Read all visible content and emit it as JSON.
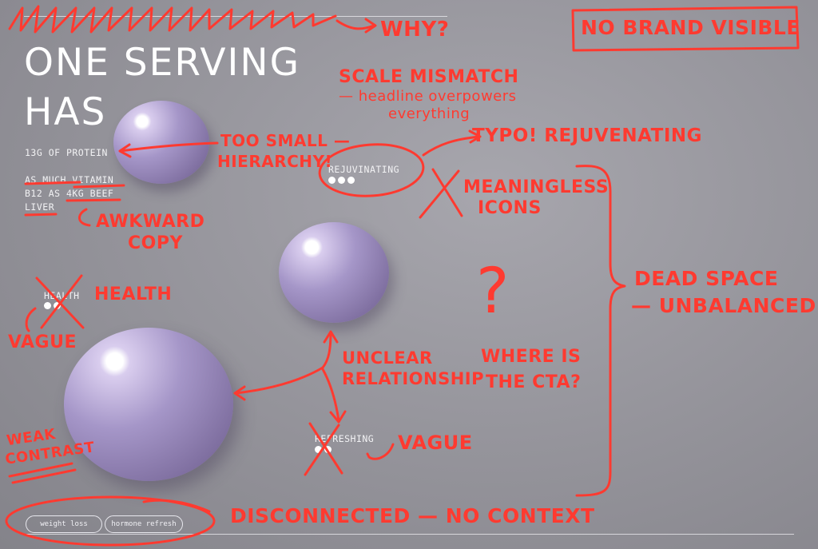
{
  "design": {
    "headline_line1": "ONE SERVING",
    "headline_line2": "HAS",
    "protein": "13G OF PROTEIN",
    "vitamin_line1": "AS MUCH VITAMIN",
    "vitamin_line2": "B12 AS 4KG BEEF",
    "vitamin_line3": "LIVER",
    "label_rejuvinating": "REJUVINATING",
    "label_health": "HEALTH",
    "label_refreshing": "REFRESHING",
    "pill_1": "weight loss",
    "pill_2": "hormone refresh"
  },
  "annotations": {
    "why": "WHY?",
    "no_brand": "NO BRAND VISIBLE",
    "scale_title": "SCALE MISMATCH",
    "scale_sub1": "— headline overpowers",
    "scale_sub2": "everything",
    "too_small_1": "TOO SMALL —",
    "too_small_2": "HIERARCHY!",
    "typo": "TYPO! REJUVENATING",
    "meaningless_1": "MEANINGLESS",
    "meaningless_2": "ICONS",
    "awkward_1": "AWKWARD",
    "awkward_2": "COPY",
    "dead_space_1": "DEAD SPACE",
    "dead_space_2": "— UNBALANCED",
    "question": "?",
    "health": "HEALTH",
    "vague_1": "VAGUE",
    "unclear_1": "UNCLEAR",
    "unclear_2": "RELATIONSHIP",
    "cta_1": "WHERE IS",
    "cta_2": "THE CTA?",
    "weak_1": "WEAK",
    "weak_2": "CONTRAST",
    "vague_2": "VAGUE",
    "disconnected": "DISCONNECTED — NO CONTEXT"
  },
  "colors": {
    "annotation": "#ff3a30",
    "drop": "#9f8fc0",
    "text": "#ffffff"
  }
}
